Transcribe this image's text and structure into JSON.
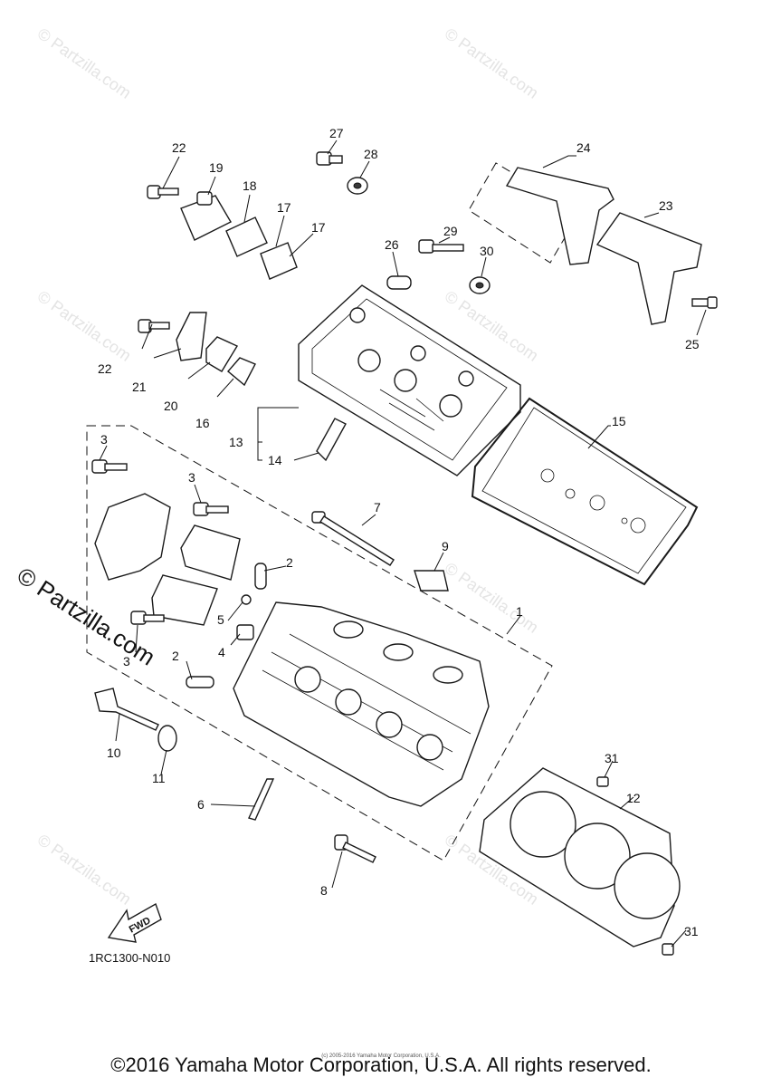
{
  "watermark": {
    "text": "© Partzilla.com",
    "side_text": "© Partzilla.com"
  },
  "diagram_code": "1RC1300-N010",
  "fwd_label": "FWD",
  "copyright": "©2016 Yamaha Motor Corporation, U.S.A. All rights reserved.",
  "tiny_copyright": "(c) 2005-2016 Yamaha Motor Corporation, U.S.A.",
  "callouts": {
    "c1": "1",
    "c2a": "2",
    "c2b": "2",
    "c3a": "3",
    "c3b": "3",
    "c3c": "3",
    "c4": "4",
    "c5": "5",
    "c6": "6",
    "c7": "7",
    "c8": "8",
    "c9": "9",
    "c10": "10",
    "c11": "11",
    "c12": "12",
    "c13": "13",
    "c14": "14",
    "c15": "15",
    "c16": "16",
    "c17a": "17",
    "c17b": "17",
    "c18": "18",
    "c19": "19",
    "c20": "20",
    "c21": "21",
    "c22a": "22",
    "c22b": "22",
    "c23": "23",
    "c24": "24",
    "c25": "25",
    "c26": "26",
    "c27": "27",
    "c28": "28",
    "c29": "29",
    "c30": "30",
    "c31a": "31",
    "c31b": "31"
  }
}
